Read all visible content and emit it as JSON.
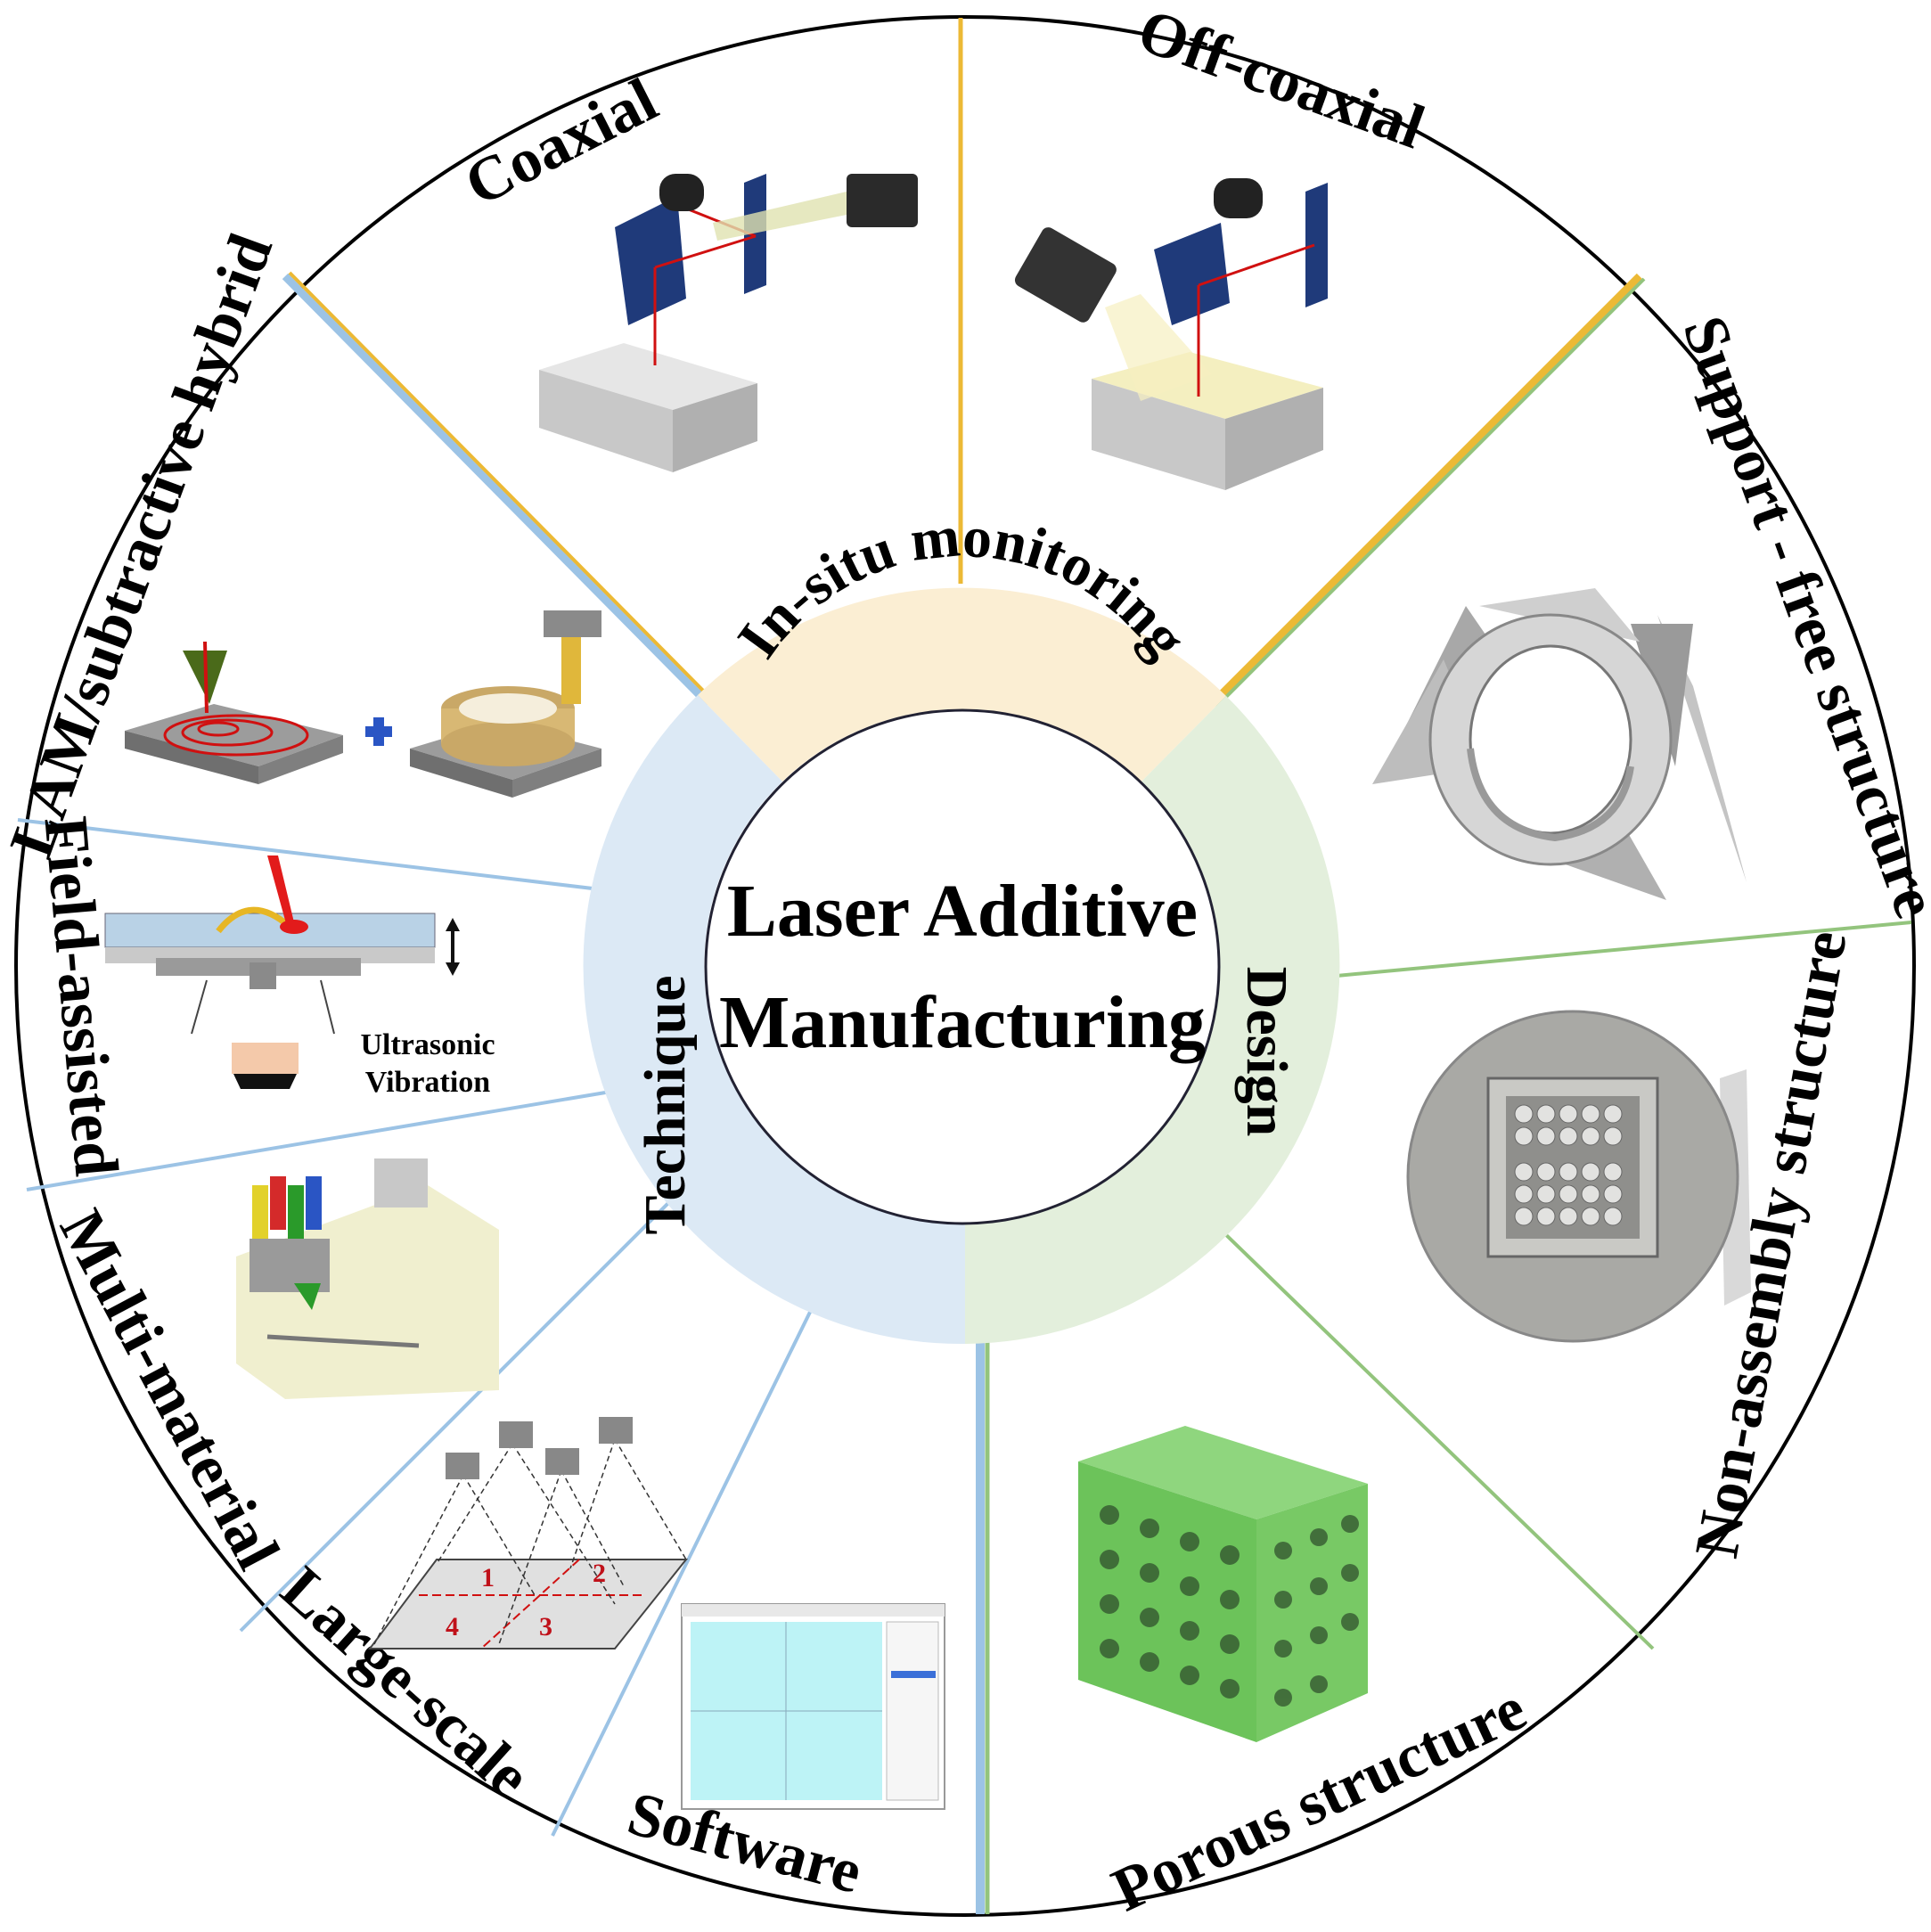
{
  "diagram": {
    "center_title_line1": "Laser Additive",
    "center_title_line2": "Manufacturing",
    "ring": {
      "in_situ": "In-situ monitoring",
      "design": "Design",
      "technique": "Technique"
    },
    "outer": {
      "coaxial": "Coaxial",
      "off_coaxial": "Off-coaxial",
      "support_free": "Support - free structure",
      "non_assembly": "Non-assembly structure",
      "porous": "Porous structure",
      "software": "Software",
      "large_scale": "Large-scale",
      "multi_material": "Multi-material",
      "field_assisted": "Field-assisted",
      "lam_hybrid": "LAM/subtractive hybrid"
    },
    "inset": {
      "ultrasonic_line1": "Ultrasonic",
      "ultrasonic_line2": "Vibration",
      "zone_1": "1",
      "zone_2": "2",
      "zone_3": "3",
      "zone_4": "4"
    },
    "colors": {
      "in_situ": "#fbeed3",
      "design": "#e3efdc",
      "technique": "#dce9f5",
      "in_situ_line": "#ecb935",
      "design_line": "#93c47d",
      "technique_line": "#9cc3e5"
    }
  }
}
